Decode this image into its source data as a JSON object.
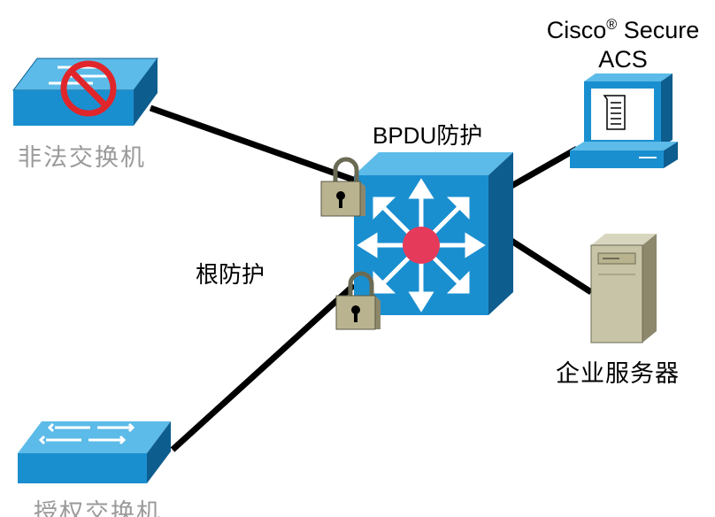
{
  "labels": {
    "rogue_switch": "非法交换机",
    "authorized_switch": "授权交换机",
    "bpdu_guard_prefix": "BPDU",
    "bpdu_guard_suffix": "防护",
    "root_guard": "根防护",
    "acs_line1": "Cisco",
    "acs_reg": "®",
    "acs_line1_end": " Secure",
    "acs_line2": "ACS",
    "enterprise_server": "企业服务器"
  },
  "icons": {
    "rogue_switch": "switch-with-prohibited-sign",
    "authorized_switch": "workgroup-switch",
    "core_switch": "multilayer-switch",
    "bpdu_lock": "padlock",
    "root_lock": "padlock",
    "acs": "workstation-with-document",
    "server": "tower-server"
  },
  "colors": {
    "switch_face": "#1a8fd0",
    "switch_side": "#0e5d8f",
    "switch_top": "#5cbbe8",
    "prohibit": "#e0262b",
    "core_center": "#e53a5a",
    "lock_body": "#b9b48f",
    "server_body": "#c8c4a8",
    "link": "#000000",
    "muted_label": "#9a9a9a"
  }
}
